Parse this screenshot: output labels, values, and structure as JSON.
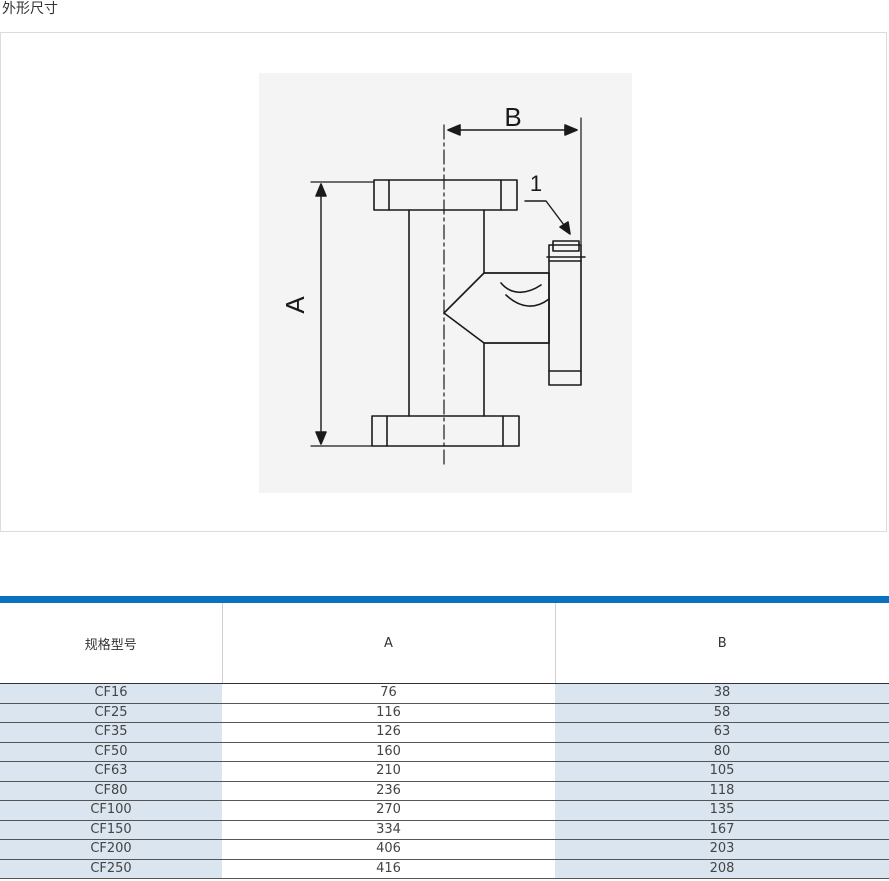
{
  "page": {
    "title": "外形尺寸"
  },
  "drawing": {
    "label_a": "A",
    "label_b": "B",
    "label_part": "1"
  },
  "table": {
    "headers": [
      "规格型号",
      "A",
      "B"
    ],
    "rows": [
      [
        "CF16",
        "76",
        "38"
      ],
      [
        "CF25",
        "116",
        "58"
      ],
      [
        "CF35",
        "126",
        "63"
      ],
      [
        "CF50",
        "160",
        "80"
      ],
      [
        "CF63",
        "210",
        "105"
      ],
      [
        "CF80",
        "236",
        "118"
      ],
      [
        "CF100",
        "270",
        "135"
      ],
      [
        "CF150",
        "334",
        "167"
      ],
      [
        "CF200",
        "406",
        "203"
      ],
      [
        "CF250",
        "416",
        "208"
      ]
    ]
  },
  "colors": {
    "accent_bar": "#0a73c0",
    "row_shade": "#dbe5f0"
  }
}
